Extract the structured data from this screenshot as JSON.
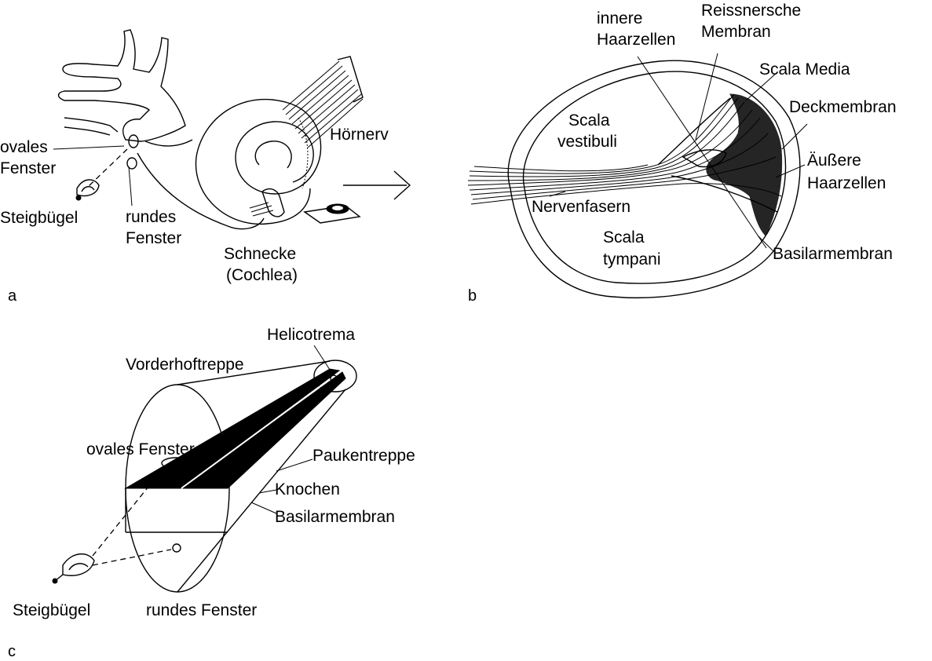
{
  "panels": {
    "a": {
      "letter": "a",
      "labels": {
        "hoernerv": "Hörnerv",
        "ovales1": "ovales",
        "ovales2": "Fenster",
        "steigbuegel": "Steigbügel",
        "rundes1": "rundes",
        "rundes2": "Fenster",
        "schnecke1": "Schnecke",
        "schnecke2": "(Cochlea)"
      }
    },
    "b": {
      "letter": "b",
      "labels": {
        "innere1": "innere",
        "innere2": "Haarzellen",
        "reissner1": "Reissnersche",
        "reissner2": "Membran",
        "scala_media": "Scala Media",
        "deckmembran": "Deckmembran",
        "scala_vest1": "Scala",
        "scala_vest2": "vestibuli",
        "aeussere1": "Äußere",
        "aeussere2": "Haarzellen",
        "nervenfasern": "Nervenfasern",
        "scala_tymp1": "Scala",
        "scala_tymp2": "tympani",
        "basilar": "Basilarmembran"
      }
    },
    "c": {
      "letter": "c",
      "labels": {
        "helicotrema": "Helicotrema",
        "vorderhof": "Vorderhoftreppe",
        "ovales": "ovales Fenster",
        "pauken": "Paukentreppe",
        "knochen": "Knochen",
        "basilar": "Basilarmembran",
        "steigbuegel": "Steigbügel",
        "rundes": "rundes Fenster"
      }
    }
  }
}
